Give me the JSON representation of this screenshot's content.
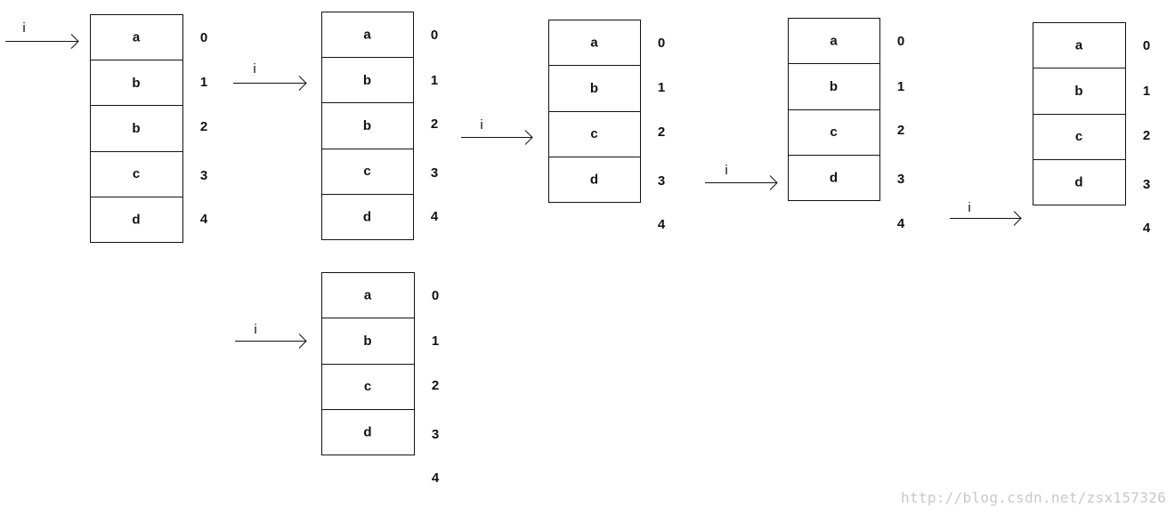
{
  "diagrams": [
    {
      "cells": [
        "a",
        "b",
        "b",
        "c",
        "d"
      ],
      "indices": [
        "0",
        "1",
        "2",
        "3",
        "4"
      ],
      "pointer_label": "i"
    },
    {
      "cells": [
        "a",
        "b",
        "b",
        "c",
        "d"
      ],
      "indices": [
        "0",
        "1",
        "2",
        "3",
        "4"
      ],
      "pointer_label": "i"
    },
    {
      "cells": [
        "a",
        "b",
        "c",
        "d"
      ],
      "indices": [
        "0",
        "1",
        "2",
        "3",
        "4"
      ],
      "pointer_label": "i"
    },
    {
      "cells": [
        "a",
        "b",
        "c",
        "d"
      ],
      "indices": [
        "0",
        "1",
        "2",
        "3",
        "4"
      ],
      "pointer_label": "i"
    },
    {
      "cells": [
        "a",
        "b",
        "c",
        "d"
      ],
      "indices": [
        "0",
        "1",
        "2",
        "3",
        "4"
      ],
      "pointer_label": "i"
    },
    {
      "cells": [
        "a",
        "b",
        "c",
        "d"
      ],
      "indices": [
        "0",
        "1",
        "2",
        "3",
        "4"
      ],
      "pointer_label": "i"
    }
  ],
  "watermark": "http://blog.csdn.net/zsx157326",
  "colors": {
    "stroke": "#111111",
    "background": "#ffffff",
    "watermark": "#c8c8c8"
  }
}
